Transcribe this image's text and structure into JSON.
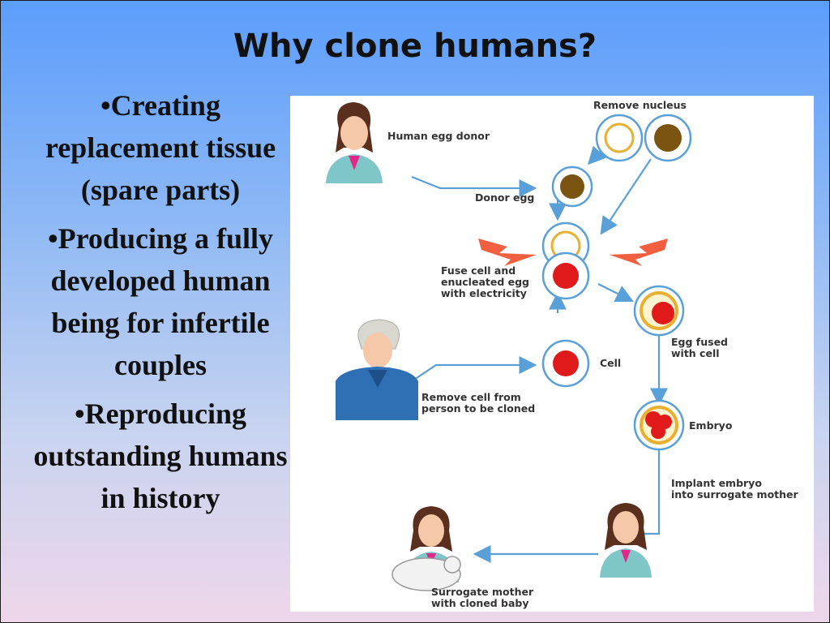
{
  "slide": {
    "title": "Why clone humans?",
    "bullets": [
      "•Creating replacement tissue (spare parts)",
      "•Producing a fully developed human being for infertile couples",
      "•Reproducing outstanding humans in history"
    ]
  },
  "diagram": {
    "labels": {
      "remove_nucleus": "Remove nucleus",
      "human_egg_donor": "Human egg donor",
      "donor_egg": "Donor egg",
      "fuse_1": "Fuse cell and",
      "fuse_2": "enucleated egg",
      "fuse_3": "with electricity",
      "egg_fused_1": "Egg fused",
      "egg_fused_2": "with cell",
      "cell": "Cell",
      "remove_cell_1": "Remove cell from",
      "remove_cell_2": "person to be cloned",
      "embryo": "Embryo",
      "implant_1": "Implant embryo",
      "implant_2": "into surrogate mother",
      "surrogate_1": "Surrogate mother",
      "surrogate_2": "with cloned baby"
    },
    "colors": {
      "arrow": "#5aa0d8",
      "cell_ring": "#5aa0d8",
      "nucleus": "#7a5410",
      "egg_ring": "#e8b030",
      "red_cell": "#e01a1a",
      "spark": "#f06040"
    }
  }
}
